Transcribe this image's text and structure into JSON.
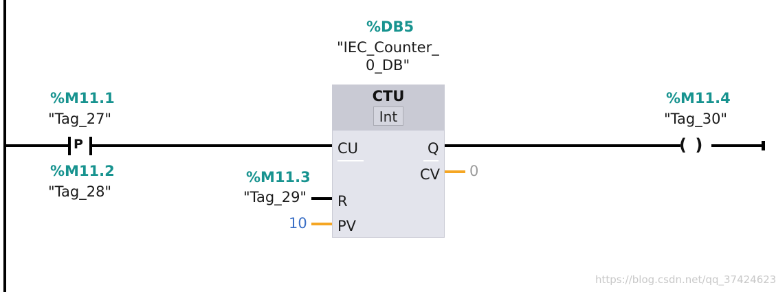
{
  "instance": {
    "address": "%DB5",
    "symbol_line1": "\"IEC_Counter_",
    "symbol_line2": "0_DB\""
  },
  "block": {
    "type": "CTU",
    "datatype": "Int",
    "pins": {
      "cu": "CU",
      "q": "Q",
      "cv": "CV",
      "r": "R",
      "pv": "PV"
    }
  },
  "contact": {
    "address": "%M11.1",
    "symbol": "\"Tag_27\"",
    "label": "P",
    "edge_address": "%M11.2",
    "edge_symbol": "\"Tag_28\""
  },
  "reset": {
    "address": "%M11.3",
    "symbol": "\"Tag_29\""
  },
  "pv_value": "10",
  "cv_value": "0",
  "coil": {
    "address": "%M11.4",
    "symbol": "\"Tag_30\"",
    "glyph": "(  )"
  },
  "watermark": "https://blog.csdn.net/qq_37424623",
  "colors": {
    "address": "#17938f",
    "wire": "#000000",
    "int_wire": "#f5a623",
    "constant": "#3a6fc6",
    "output_value": "#9a9a9a"
  }
}
